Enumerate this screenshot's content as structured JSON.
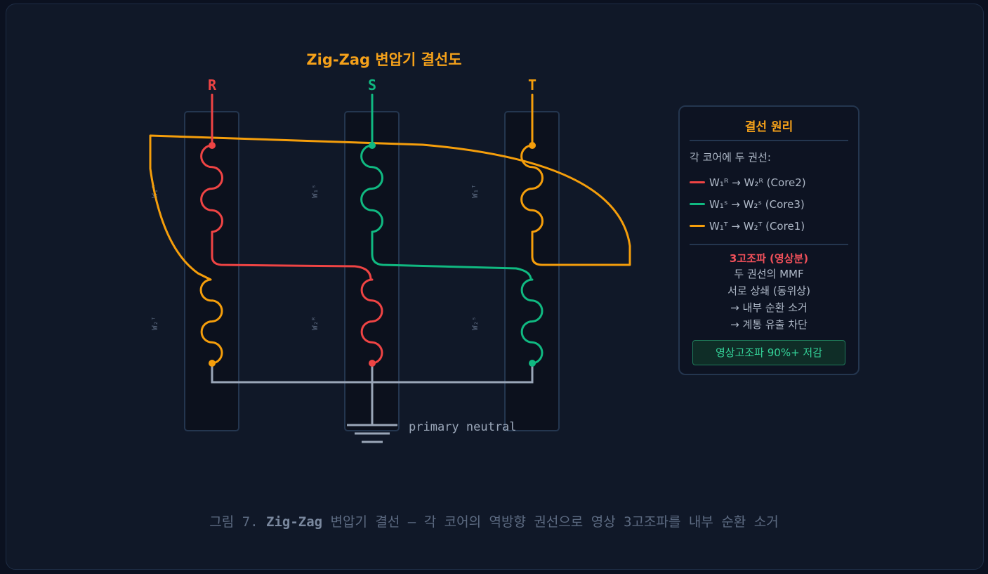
{
  "title": "Zig-Zag 변압기 결선도",
  "phases": [
    {
      "id": "R",
      "label": "R",
      "color": "#ef4444"
    },
    {
      "id": "S",
      "label": "S",
      "color": "#10b981"
    },
    {
      "id": "T",
      "label": "T",
      "color": "#f59e0b"
    }
  ],
  "windings": {
    "core1_upper": "W₁ᴿ",
    "core2_upper": "W₁ˢ",
    "core3_upper": "W₁ᵀ",
    "core1_lower": "W₂ᵀ",
    "core2_lower": "W₂ᴿ",
    "core3_lower": "W₂ˢ"
  },
  "neutral_label": "primary neutral",
  "legend": {
    "title": "결선 원리",
    "intro": "각 코어에 두 권선:",
    "rows": [
      {
        "text": "W₁ᴿ → W₂ᴿ (Core2)",
        "color": "#ef4444"
      },
      {
        "text": "W₁ˢ → W₂ˢ (Core3)",
        "color": "#10b981"
      },
      {
        "text": "W₁ᵀ → W₂ᵀ (Core1)",
        "color": "#f59e0b"
      }
    ],
    "harmonic_title": "3고조파 (영상분)",
    "lines": [
      "두 권선의 MMF",
      "서로 상쇄 (동위상)",
      "→ 내부 순환 소거",
      "→ 계통 유출 차단"
    ],
    "badge": "영상고조파 90%+ 저감"
  },
  "caption": {
    "prefix": "그림 7. ",
    "strong": "Zig-Zag",
    "text": " 변압기 결선 — 각 코어의 역방향 권선으로 영상 3고조파를 내부 순환 소거"
  },
  "colors": {
    "neutral": "#9aa6b8",
    "title": "#f5a11a",
    "core_fill": "#0c111d",
    "core_stroke": "#24364f"
  }
}
